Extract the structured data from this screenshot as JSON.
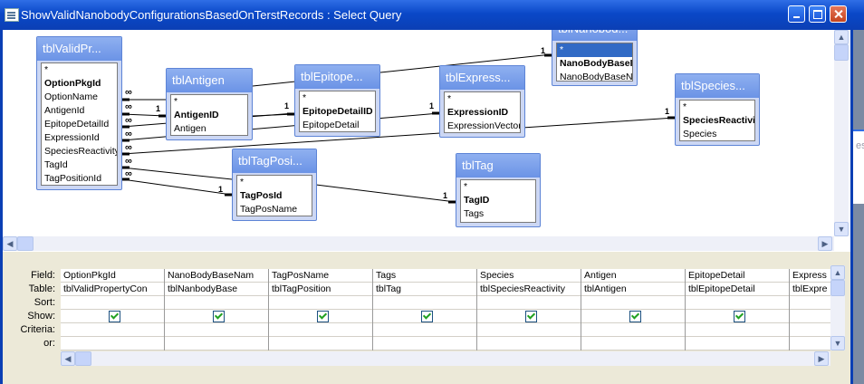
{
  "window": {
    "title": "ShowValidNanobodyConfigurationsBasedOnTerstRecords : Select Query"
  },
  "tables": {
    "tblValidPropertyCon": {
      "title": "tblValidPr...",
      "fields": [
        "*",
        "OptionPkgId",
        "OptionName",
        "AntigenId",
        "EpitopeDetailId",
        "ExpressionId",
        "SpeciesReactivity",
        "TagId",
        "TagPositionId"
      ]
    },
    "tblAntigen": {
      "title": "tblAntigen",
      "fields": [
        "*",
        "AntigenID",
        "Antigen"
      ]
    },
    "tblEpitopeDetail": {
      "title": "tblEpitope...",
      "fields": [
        "*",
        "EpitopeDetailID",
        "EpitopeDetail"
      ]
    },
    "tblExpression": {
      "title": "tblExpress...",
      "fields": [
        "*",
        "ExpressionID",
        "ExpressionVector"
      ]
    },
    "tblNanobodyBase": {
      "title": "tblNanobod...",
      "fields": [
        "*",
        "NanoBodyBaseId",
        "NanoBodyBaseNa"
      ]
    },
    "tblSpeciesReactivity": {
      "title": "tblSpecies...",
      "fields": [
        "*",
        "SpeciesReactivity",
        "Species"
      ]
    },
    "tblTagPosition": {
      "title": "tblTagPosi...",
      "fields": [
        "*",
        "TagPosId",
        "TagPosName"
      ]
    },
    "tblTag": {
      "title": "tblTag",
      "fields": [
        "*",
        "TagID",
        "Tags"
      ]
    }
  },
  "relationships": {
    "one_label": "1",
    "many_label": "∞"
  },
  "design_grid": {
    "row_labels": [
      "Field:",
      "Table:",
      "Sort:",
      "Show:",
      "Criteria:",
      "or:"
    ],
    "columns": [
      {
        "field": "OptionPkgId",
        "table": "tblValidPropertyCon",
        "show": true
      },
      {
        "field": "NanoBodyBaseNam",
        "table": "tblNanbodyBase",
        "show": true
      },
      {
        "field": "TagPosName",
        "table": "tblTagPosition",
        "show": true
      },
      {
        "field": "Tags",
        "table": "tblTag",
        "show": true
      },
      {
        "field": "Species",
        "table": "tblSpeciesReactivity",
        "show": true
      },
      {
        "field": "Antigen",
        "table": "tblAntigen",
        "show": true
      },
      {
        "field": "EpitopeDetail",
        "table": "tblEpitopeDetail",
        "show": true
      },
      {
        "field": "Express",
        "table": "tblExpre",
        "show": false
      }
    ]
  },
  "icons": {
    "scroll_left": "◀",
    "scroll_right": "▶",
    "scroll_up": "▲",
    "scroll_down": "▼",
    "grip": "≡"
  },
  "colors": {
    "titlebar": "#0a48c8",
    "table_header": "#7da0ea",
    "selected_field": "#316ac5",
    "check": "#21a121"
  }
}
